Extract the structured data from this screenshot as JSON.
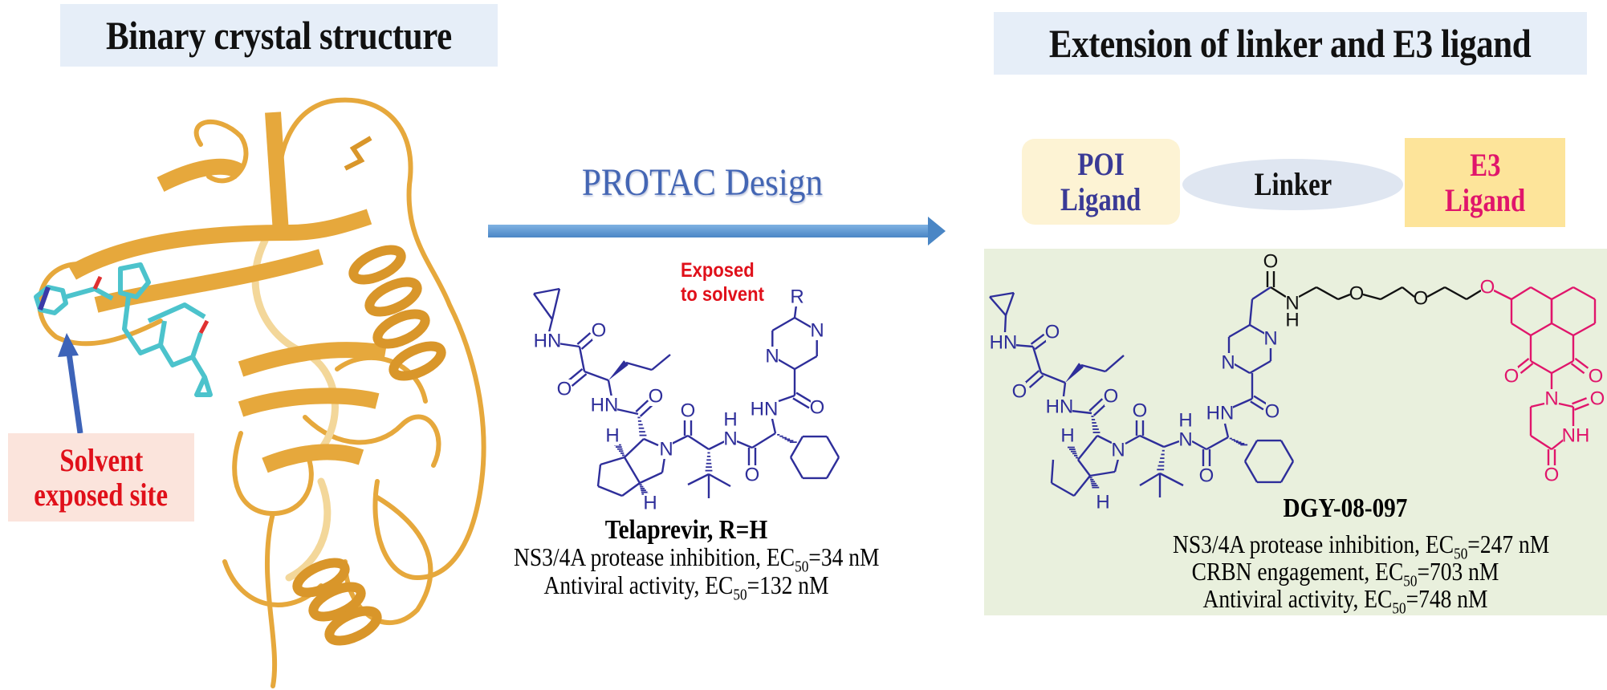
{
  "left_panel": {
    "title": "Binary crystal structure",
    "callout_line1": "Solvent",
    "callout_line2": "exposed site"
  },
  "center": {
    "arrow_label": "PROTAC Design",
    "exposed_line1": "Exposed",
    "exposed_line2": "to solvent",
    "compound_name": "Telaprevir, R=H",
    "assay1_prefix": "NS3/4A protease inhibition, EC",
    "assay1_sub": "50",
    "assay1_value": "=34 nM",
    "assay2_prefix": "Antiviral activity, EC",
    "assay2_sub": "50",
    "assay2_value": "=132 nM",
    "atom_labels": [
      "HN",
      "O",
      "O",
      "HN",
      "O",
      "N",
      "H",
      "H",
      "O",
      "N",
      "H",
      "O",
      "HN",
      "O",
      "N",
      "N",
      "R"
    ]
  },
  "right_panel": {
    "title": "Extension of linker and E3 ligand",
    "poi_line1": "POI",
    "poi_line2": "Ligand",
    "linker_label": "Linker",
    "e3_line1": "E3",
    "e3_line2": "Ligand",
    "compound_name": "DGY-08-097",
    "assay1_prefix": "NS3/4A protease inhibition, EC",
    "assay1_sub": "50",
    "assay1_value": "=247 nM",
    "assay2_prefix": "CRBN engagement, EC",
    "assay2_sub": "50",
    "assay2_value": "=703 nM",
    "assay3_prefix": "Antiviral activity, EC",
    "assay3_sub": "50",
    "assay3_value": "=748 nM",
    "atom_labels": [
      "HN",
      "O",
      "O",
      "HN",
      "O",
      "N",
      "H",
      "H",
      "O",
      "N",
      "H",
      "O",
      "HN",
      "O",
      "N",
      "N",
      "O",
      "N",
      "H",
      "O",
      "O",
      "O",
      "O",
      "O",
      "N",
      "O",
      "NH",
      "O"
    ]
  },
  "colors": {
    "poi_text": "#3a3a96",
    "e3_text": "#e0156b",
    "arrow": "#5b9bd5",
    "protein": "#e6a83c",
    "ligand": "#4cc3cc",
    "callout": "#e0101a"
  }
}
